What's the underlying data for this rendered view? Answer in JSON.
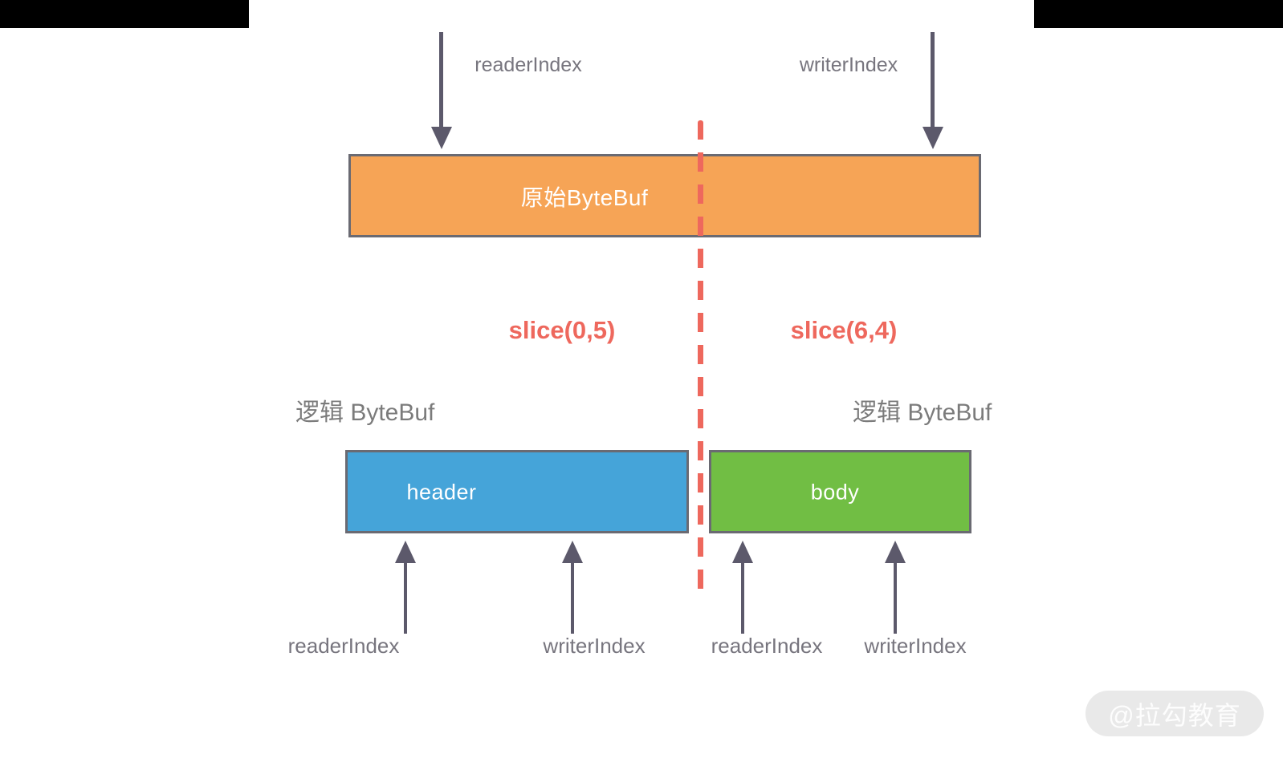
{
  "diagram": {
    "title_semantics": "ByteBuf slice 示意图",
    "top": {
      "reader_label": "readerIndex",
      "writer_label": "writerIndex",
      "original_box_label": "原始ByteBuf"
    },
    "slices": {
      "left": "slice(0,5)",
      "right": "slice(6,4)"
    },
    "logical": {
      "left_label": "逻辑 ByteBuf",
      "right_label": "逻辑 ByteBuf",
      "header_box_label": "header",
      "body_box_label": "body"
    },
    "bottom_labels": [
      "readerIndex",
      "writerIndex",
      "readerIndex",
      "writerIndex"
    ],
    "watermark": "@拉勾教育",
    "colors": {
      "original_box_fill": "#F6A456",
      "header_box_fill": "#45A4D9",
      "body_box_fill": "#71BE44",
      "box_border": "#6A6A72",
      "slice_text_and_divider": "#EE685D",
      "gray_label_text": "#77757E",
      "arrow": "#5C596B",
      "watermark_bg": "#E9E9E9",
      "watermark_text": "#FFFFFF",
      "top_bars": "#000000"
    }
  }
}
